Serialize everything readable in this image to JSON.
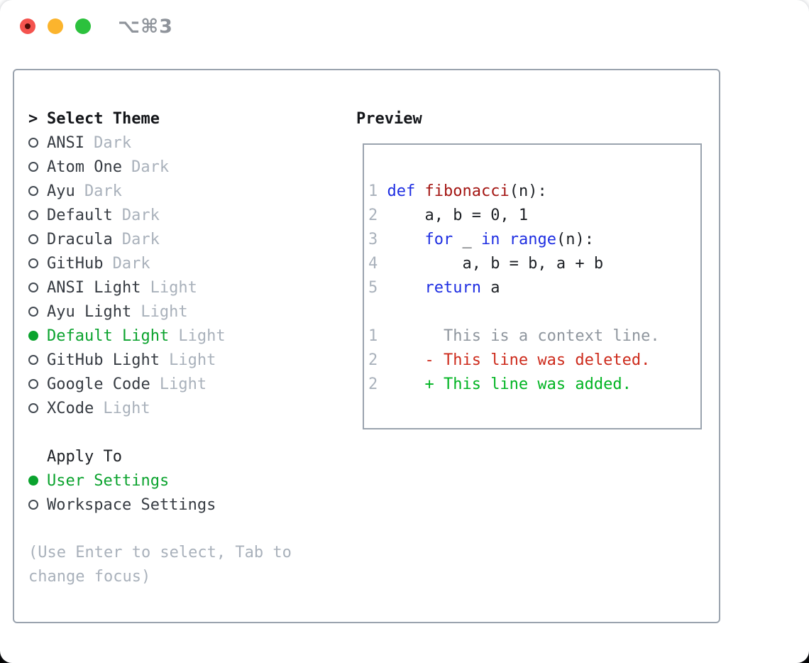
{
  "window": {
    "title": "⌥⌘3",
    "traffic_lights": [
      {
        "name": "close",
        "color": "#f4534e",
        "has_unsaved_dot": true
      },
      {
        "name": "minimize",
        "color": "#fbb42d",
        "has_unsaved_dot": false
      },
      {
        "name": "zoom",
        "color": "#2cc13d",
        "has_unsaved_dot": false
      }
    ]
  },
  "theme_list": {
    "header_marker": ">",
    "header": "Select Theme",
    "items": [
      {
        "name": "ANSI",
        "variant": "Dark",
        "selected": false
      },
      {
        "name": "Atom One",
        "variant": "Dark",
        "selected": false
      },
      {
        "name": "Ayu",
        "variant": "Dark",
        "selected": false
      },
      {
        "name": "Default",
        "variant": "Dark",
        "selected": false
      },
      {
        "name": "Dracula",
        "variant": "Dark",
        "selected": false
      },
      {
        "name": "GitHub",
        "variant": "Dark",
        "selected": false
      },
      {
        "name": "ANSI Light",
        "variant": "Light",
        "selected": false
      },
      {
        "name": "Ayu Light",
        "variant": "Light",
        "selected": false
      },
      {
        "name": "Default Light",
        "variant": "Light",
        "selected": true
      },
      {
        "name": "GitHub Light",
        "variant": "Light",
        "selected": false
      },
      {
        "name": "Google Code",
        "variant": "Light",
        "selected": false
      },
      {
        "name": "XCode",
        "variant": "Light",
        "selected": false
      }
    ]
  },
  "apply_to": {
    "header": "Apply To",
    "options": [
      {
        "label": "User Settings",
        "selected": true
      },
      {
        "label": "Workspace Settings",
        "selected": false
      }
    ]
  },
  "help": {
    "line1": "(Use Enter to select, Tab to",
    "line2": "change focus)"
  },
  "preview": {
    "title": "Preview",
    "lines": [
      {
        "num": "1",
        "parts": [
          [
            "plain",
            " "
          ],
          [
            "kw",
            "def"
          ],
          [
            "plain",
            " "
          ],
          [
            "fn",
            "fibonacci"
          ],
          [
            "plain",
            "(n):"
          ]
        ]
      },
      {
        "num": "2",
        "parts": [
          [
            "plain",
            "     a, b = 0, 1"
          ]
        ]
      },
      {
        "num": "3",
        "parts": [
          [
            "plain",
            "     "
          ],
          [
            "kw",
            "for"
          ],
          [
            "plain",
            " _ "
          ],
          [
            "kw",
            "in"
          ],
          [
            "plain",
            " "
          ],
          [
            "kw",
            "range"
          ],
          [
            "plain",
            "(n):"
          ]
        ]
      },
      {
        "num": "4",
        "parts": [
          [
            "plain",
            "         a, b = b, a + b"
          ]
        ]
      },
      {
        "num": "5",
        "parts": [
          [
            "plain",
            "     "
          ],
          [
            "kw",
            "return"
          ],
          [
            "plain",
            " a"
          ]
        ]
      },
      {
        "num": "",
        "parts": []
      },
      {
        "num": "1",
        "parts": [
          [
            "ctx",
            "       This is a context line."
          ]
        ]
      },
      {
        "num": "2",
        "parts": [
          [
            "del",
            "     - This line was deleted."
          ]
        ]
      },
      {
        "num": "2",
        "parts": [
          [
            "add",
            "     + This line was added."
          ]
        ]
      }
    ]
  },
  "colors": {
    "selected_green": "#0ba32e",
    "added_green": "#00b422",
    "deleted_red": "#cd2b1c",
    "keyword_blue": "#1e2ee2",
    "function_red": "#a41613",
    "muted_gray": "#a9b1bb",
    "context_gray": "#8f969e",
    "text_dark": "#363b42",
    "border_gray": "#9aa3ae",
    "title_gray": "#8f949b"
  }
}
